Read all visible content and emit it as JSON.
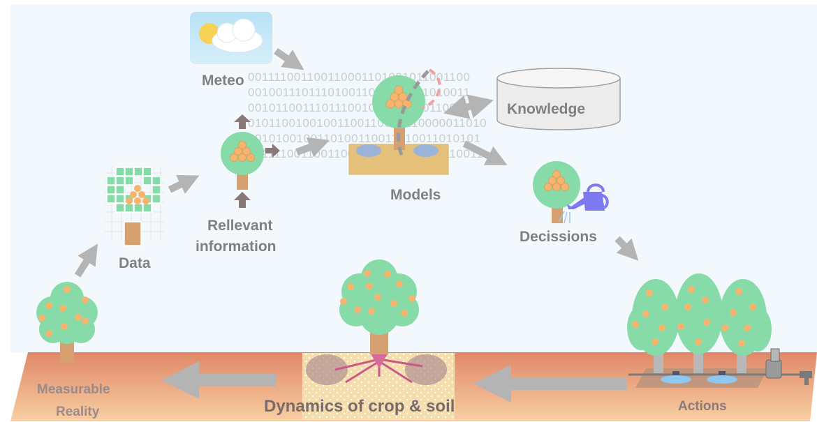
{
  "labels": {
    "meteo": "Meteo",
    "knowledge": "Knowledge",
    "models": "Models",
    "relevant_line1": "Rellevant",
    "relevant_line2": "information",
    "data": "Data",
    "decisions": "Decissions",
    "measurable_line1": "Measurable",
    "measurable_line2": "Reality",
    "dynamics": "Dynamics of crop & soil",
    "actions": "Actions"
  },
  "binary_rows": [
    "001111001100110001101001011001100",
    "001001110111010011001101011010011",
    "001011001110111001011001100110011",
    "01011001001001100110010110000011010",
    "0010100100110100110011010011010101",
    "00111100110011000110100101100110011"
  ],
  "colors": {
    "background": "#f2f8fc",
    "soil_top": "#e08868",
    "soil_bottom": "#f6c79c",
    "canopy": "#86dba8",
    "fruit": "#f7b46e",
    "trunk": "#d6a070",
    "arrow": "#b4b4b4",
    "label": "#808080",
    "dynamics_label": "#7a6a6a"
  }
}
